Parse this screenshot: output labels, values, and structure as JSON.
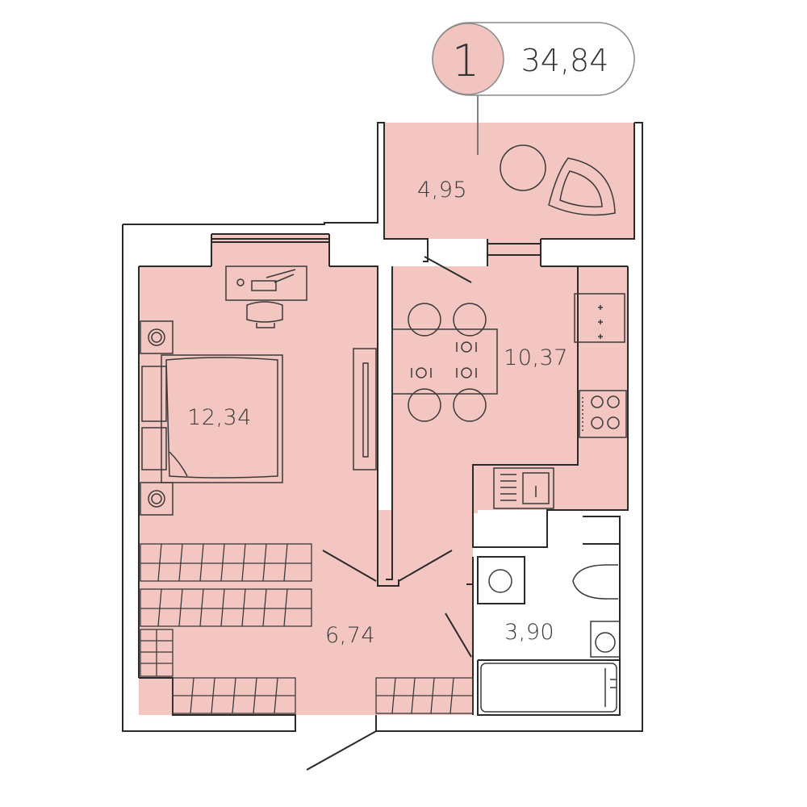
{
  "badge": {
    "rooms": "1",
    "total_area": "34,84"
  },
  "rooms": {
    "balcony": "4,95",
    "kitchen": "10,37",
    "bedroom": "12,34",
    "hallway": "6,74",
    "bathroom": "3,90"
  },
  "colors": {
    "fill": "#f4c6c2",
    "badge": "#f2c4bf",
    "line": "#2a2a2a"
  }
}
